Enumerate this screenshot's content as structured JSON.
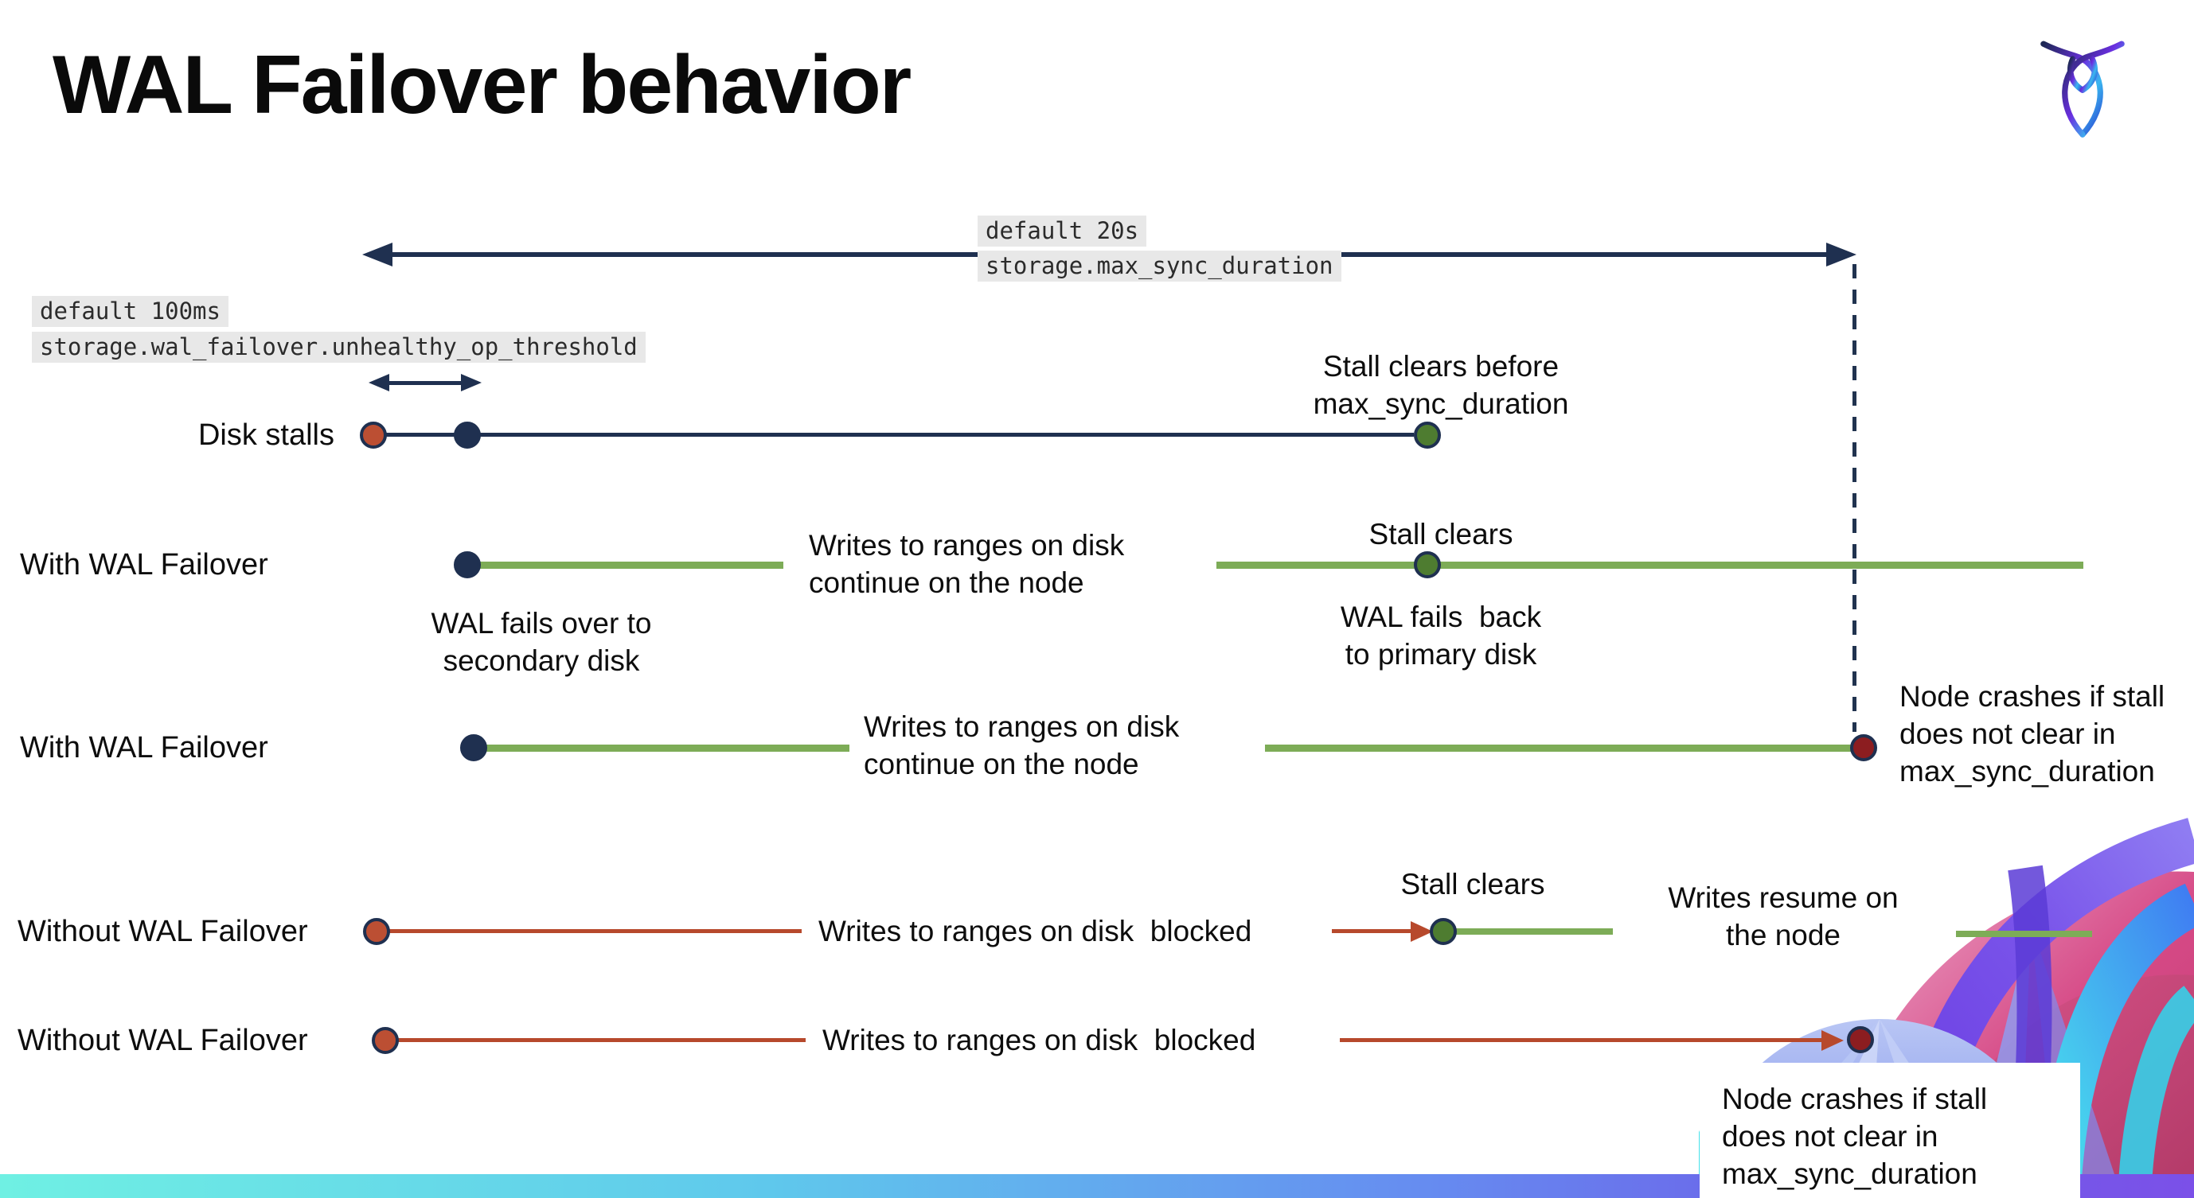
{
  "title": "WAL Failover behavior",
  "logo_alt": "CockroachDB",
  "settings": {
    "max_sync_default": "default 20s",
    "max_sync_name": "storage.max_sync_duration",
    "threshold_default": "default 100ms",
    "threshold_name": "storage.wal_failover.unhealthy_op_threshold"
  },
  "row_labels": {
    "disk_stalls": "Disk stalls",
    "with_wal": "With WAL Failover",
    "without_wal": "Without WAL Failover"
  },
  "annotations": {
    "stall_clears_before": "Stall clears before\nmax_sync_duration",
    "wal_fails_over": "WAL fails over to\nsecondary disk",
    "writes_continue": "Writes to ranges on disk\ncontinue on the node",
    "stall_clears": "Stall clears",
    "wal_fails_back": "WAL fails  back\nto primary disk",
    "node_crashes": "Node crashes if stall\ndoes not clear in\nmax_sync_duration",
    "writes_blocked": "Writes to ranges on disk  blocked",
    "writes_resume": "Writes resume on\nthe node"
  },
  "colors": {
    "navy": "#1f3050",
    "green_line": "#7dac57",
    "green_dot": "#4e7c30",
    "red": "#b7492c",
    "red_dot": "#bc4f33",
    "dark_red_dot": "#8c1d20",
    "label_bg": "#e8e8e8",
    "bottom_bar_gradient": [
      "#6ff0e3",
      "#5fc8ec",
      "#668cf0",
      "#7b50e8"
    ]
  }
}
